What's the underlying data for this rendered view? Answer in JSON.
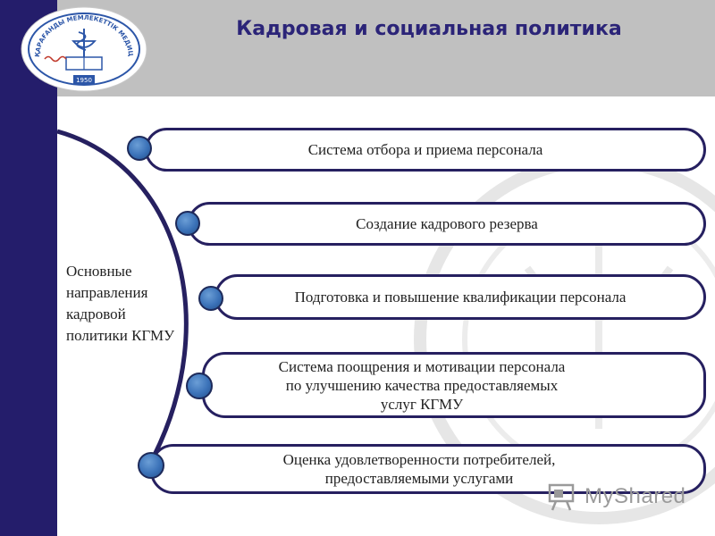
{
  "header": {
    "title": "Кадровая и социальная политика"
  },
  "logo": {
    "arc_text": "ҚАРАҒАНДЫ МЕМЛЕКЕТТІК МЕДИЦИНА УНИВЕРСИТЕТІ",
    "year": "1950",
    "icon": "caduceus-bowl-book-icon"
  },
  "main_label": "Основные\nнаправления\nкадровой\nполитики КГМУ",
  "items": [
    {
      "label": "Система отбора и приема персонала"
    },
    {
      "label": "Создание кадрового резерва"
    },
    {
      "label": "Подготовка и повышение квалификации персонала"
    },
    {
      "label": "Система поощрения и мотивации персонала\nпо улучшению качества предоставляемых\nуслуг КГМУ"
    },
    {
      "label": "Оценка удовлетворенности потребителей,\nпредоставляемыми услугами"
    }
  ],
  "watermark": {
    "brand": "MyShared"
  },
  "colors": {
    "left_bar": "#241d6b",
    "header_bg": "#c0c0c0",
    "title": "#2b2478",
    "pill_border": "#262060",
    "bullet": "#3b72b8"
  }
}
